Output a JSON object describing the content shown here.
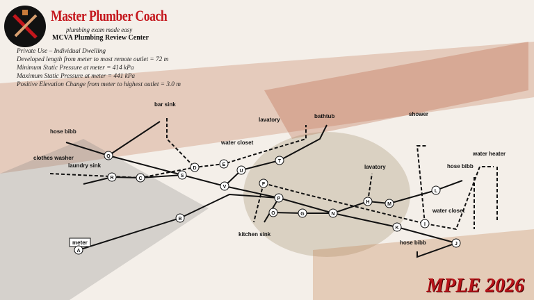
{
  "brand": {
    "title": "Master Plumber Coach",
    "tagline": "plumbing exam made easy",
    "center": "MCVA Plumbing Review Center"
  },
  "info": [
    "Private Use – Individual Dwelling",
    "Developed length from meter to most remote outlet = 72 m",
    "Minimum Static Pressure at meter = 414 kPa",
    "Maximum Static Pressure at meter = 441 kPa",
    "Positive Elevation Change from meter to highest outlet = 3.0 m"
  ],
  "fixtures": {
    "bar_sink": "bar sink",
    "lavatory1": "lavatory",
    "bathtub": "bathtub",
    "shower": "shower",
    "hose_bibb1": "hose bibb",
    "water_closet1": "water closet",
    "clothes_washer": "clothes washer",
    "laundry_sink": "laundry sink",
    "lavatory2": "lavatory",
    "hose_bibb2": "hose bibb",
    "water_heater": "water heater",
    "water_closet2": "water closet",
    "kitchen_sink": "kitchen sink",
    "meter": "meter",
    "hose_bibb3": "hose bibb"
  },
  "nodes": {
    "A": "A",
    "B": "B",
    "C": "C",
    "R": "R",
    "Q": "Q",
    "S": "S",
    "D": "D",
    "E": "E",
    "U": "U",
    "T": "T",
    "V": "V",
    "F": "F",
    "P": "P",
    "O": "O",
    "G": "G",
    "N": "N",
    "K": "K",
    "I": "I",
    "J": "J",
    "H": "H",
    "M": "M",
    "L": "L"
  },
  "footer": "MPLE 2026"
}
